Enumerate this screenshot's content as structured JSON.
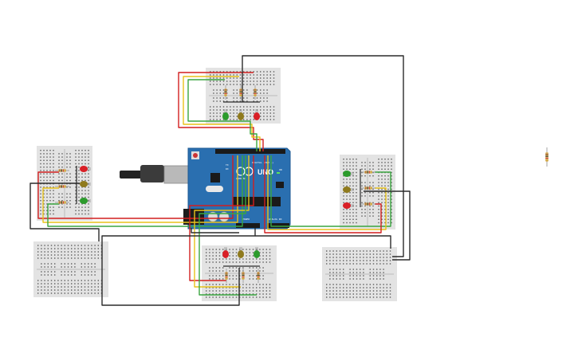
{
  "board": {
    "brand": "UNO",
    "logo_text": "ARDUINO",
    "header_digital": "DIGITAL (PWM ~)",
    "header_power": "POWER",
    "header_analog": "ANALOG IN",
    "on_label": "ON",
    "tx_label": "TX",
    "rx_label": "RX"
  },
  "colors": {
    "board_blue": "#2a6fb0",
    "board_blue_dark": "#1d5a93",
    "breadboard": "#e3e3e3",
    "hole": "#5a5a5a",
    "wire_red": "#d21f1f",
    "wire_yellow": "#e8c21a",
    "wire_green": "#3aa640",
    "wire_black": "#2b2b2b",
    "led_red": "#d91f26",
    "led_yellow": "#8f7a1d",
    "led_green": "#2c9b2c",
    "resistor_body": "#d9b46a"
  },
  "traffic_lights": [
    {
      "id": "top",
      "leds": [
        "green",
        "yellow",
        "red"
      ]
    },
    {
      "id": "left",
      "leds": [
        "red",
        "yellow",
        "green"
      ]
    },
    {
      "id": "right",
      "leds": [
        "green",
        "yellow",
        "red"
      ]
    },
    {
      "id": "bottom",
      "leds": [
        "red",
        "yellow",
        "green"
      ]
    }
  ],
  "loose_components": [
    {
      "type": "resistor"
    }
  ]
}
